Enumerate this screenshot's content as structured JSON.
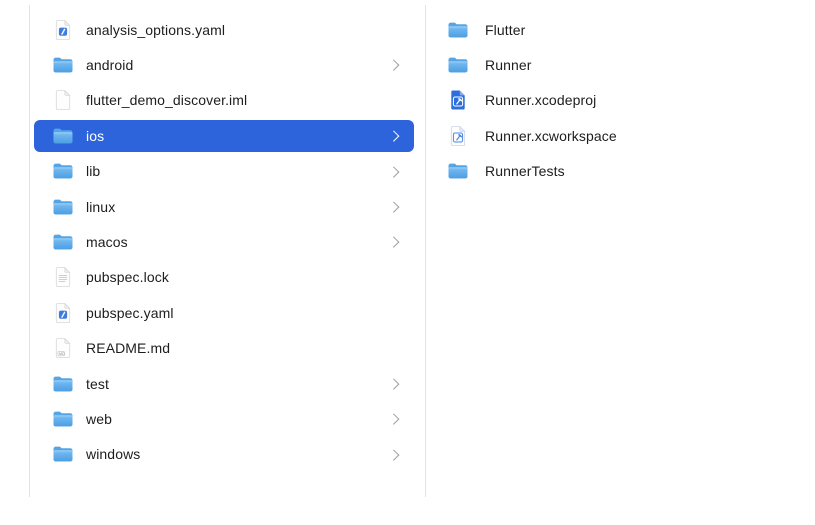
{
  "view": "finder-column-browser",
  "colors": {
    "accent": "#2d64dc",
    "divider": "#e3e3e3",
    "text": "#1d1d1f",
    "chevron": "#9d9da2",
    "folder_blue": "#55a5e6",
    "xcode_blue": "#2e6edc",
    "yaml_badge_blue": "#3e7ce1"
  },
  "icon_labels": {
    "md_badge": "MD"
  },
  "columns": [
    {
      "name": "project-root",
      "items": [
        {
          "name": "analysis_options.yaml",
          "icon": "yaml-file",
          "selected": false,
          "has_chevron": false
        },
        {
          "name": "android",
          "icon": "folder",
          "selected": false,
          "has_chevron": true
        },
        {
          "name": "flutter_demo_discover.iml",
          "icon": "generic-file",
          "selected": false,
          "has_chevron": false
        },
        {
          "name": "ios",
          "icon": "folder",
          "selected": true,
          "has_chevron": true
        },
        {
          "name": "lib",
          "icon": "folder",
          "selected": false,
          "has_chevron": true
        },
        {
          "name": "linux",
          "icon": "folder",
          "selected": false,
          "has_chevron": true
        },
        {
          "name": "macos",
          "icon": "folder",
          "selected": false,
          "has_chevron": true
        },
        {
          "name": "pubspec.lock",
          "icon": "text-file",
          "selected": false,
          "has_chevron": false
        },
        {
          "name": "pubspec.yaml",
          "icon": "yaml-file",
          "selected": false,
          "has_chevron": false
        },
        {
          "name": "README.md",
          "icon": "markdown-file",
          "selected": false,
          "has_chevron": false
        },
        {
          "name": "test",
          "icon": "folder",
          "selected": false,
          "has_chevron": true
        },
        {
          "name": "web",
          "icon": "folder",
          "selected": false,
          "has_chevron": true
        },
        {
          "name": "windows",
          "icon": "folder",
          "selected": false,
          "has_chevron": true
        }
      ]
    },
    {
      "name": "ios-contents",
      "items": [
        {
          "name": "Flutter",
          "icon": "folder",
          "selected": false,
          "has_chevron": false
        },
        {
          "name": "Runner",
          "icon": "folder",
          "selected": false,
          "has_chevron": false
        },
        {
          "name": "Runner.xcodeproj",
          "icon": "xcode-project",
          "selected": false,
          "has_chevron": false
        },
        {
          "name": "Runner.xcworkspace",
          "icon": "xcode-workspace",
          "selected": false,
          "has_chevron": false
        },
        {
          "name": "RunnerTests",
          "icon": "folder",
          "selected": false,
          "has_chevron": false
        }
      ]
    }
  ]
}
